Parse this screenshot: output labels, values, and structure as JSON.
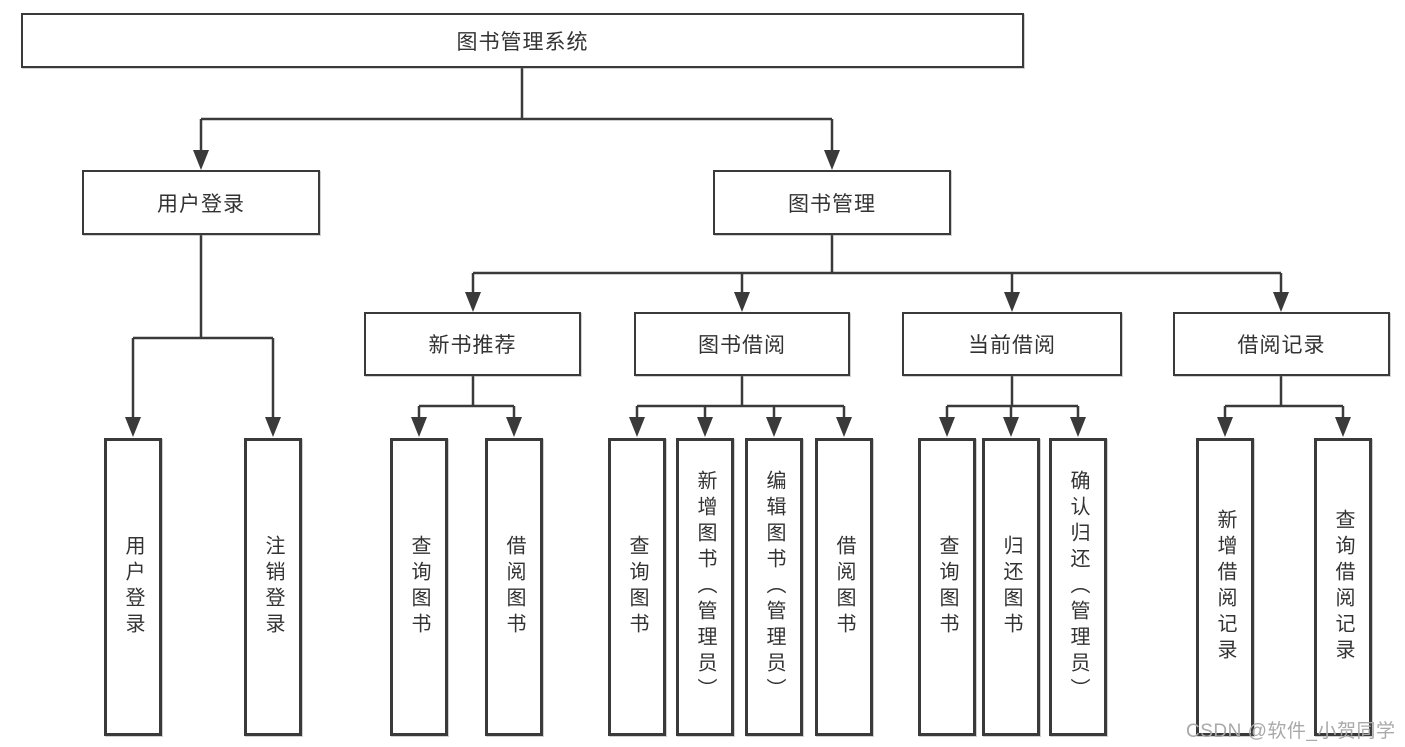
{
  "diagram": {
    "title": "图书管理系统",
    "level2": {
      "user_login": "用户登录",
      "book_mgmt": "图书管理"
    },
    "level3": {
      "new_book": "新书推荐",
      "book_borrow": "图书借阅",
      "current_borrow": "当前借阅",
      "borrow_record": "借阅记录"
    },
    "leaves": {
      "user_login": "用户登录",
      "logout": "注销登录",
      "nb_query_book": "查询图书",
      "nb_borrow_book": "借阅图书",
      "bb_query_book": "查询图书",
      "bb_add_book": "新增图书（管理员）",
      "bb_edit_book": "编辑图书（管理员）",
      "bb_borrow_book": "借阅图书",
      "cb_query_book": "查询图书",
      "cb_return_book": "归还图书",
      "cb_confirm_return": "确认归还（管理员）",
      "br_add_record": "新增借阅记录",
      "br_query_record": "查询借阅记录"
    },
    "colors": {
      "line": "#3a3a3a",
      "border": "#3a3a3a",
      "text": "#333333",
      "watermark": "#a9a9a9",
      "background": "#ffffff"
    },
    "watermark": "CSDN @软件_小贺同学"
  }
}
